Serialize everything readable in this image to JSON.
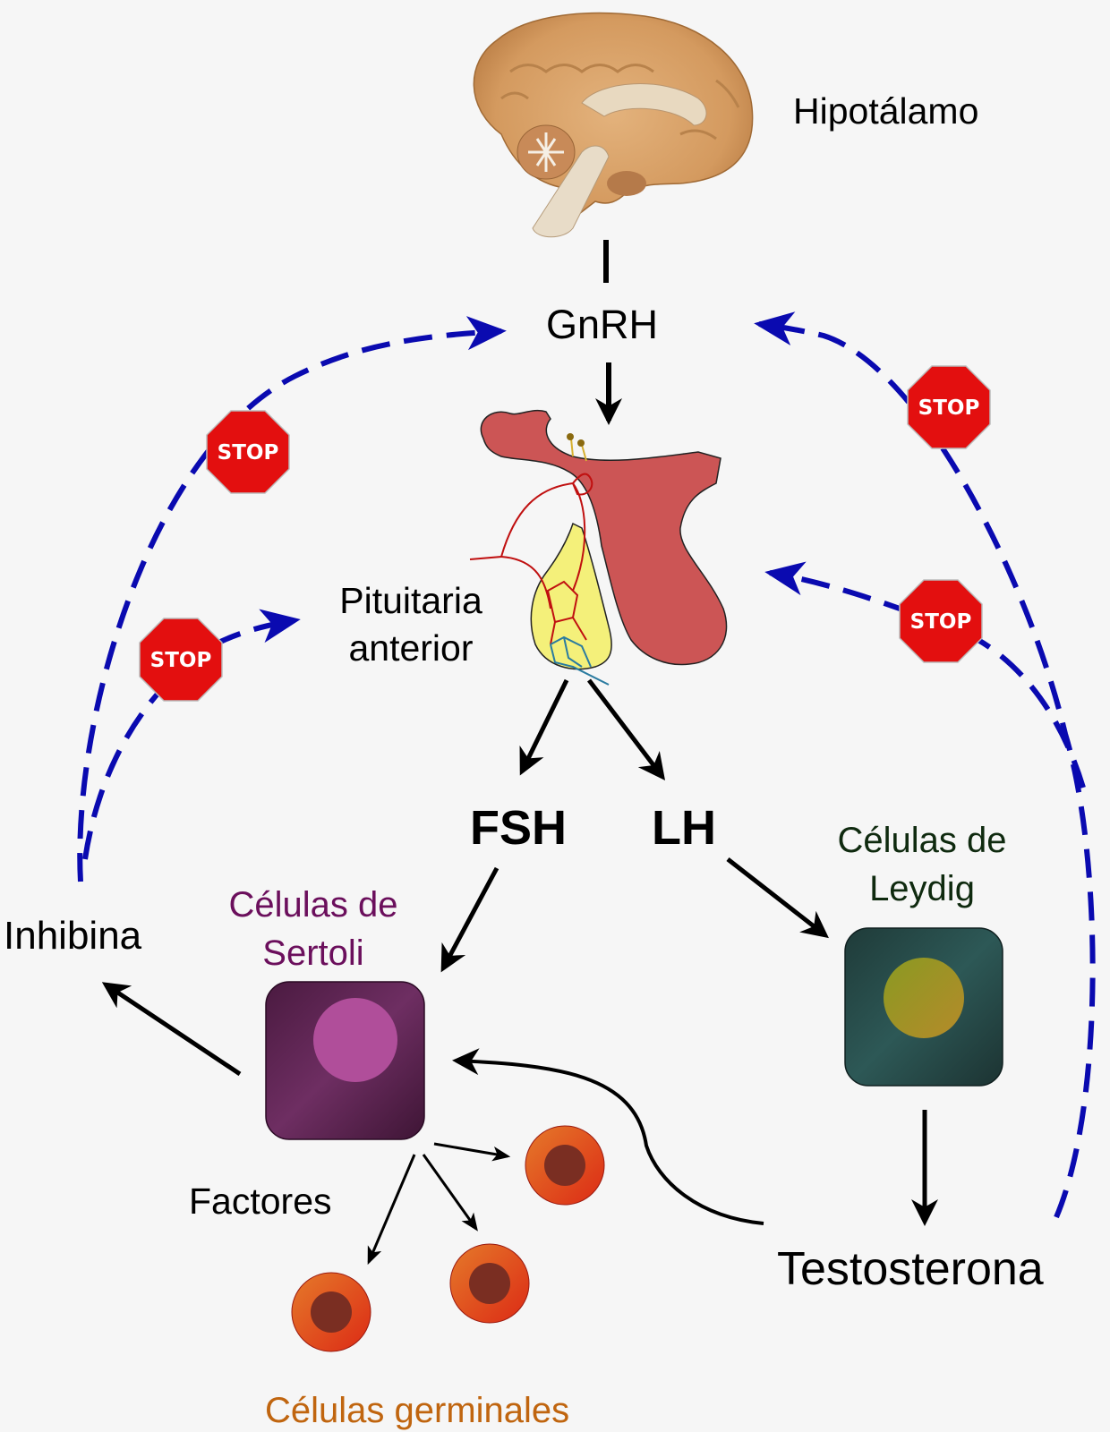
{
  "labels": {
    "hypothalamus": "Hipotálamo",
    "gnrh": "GnRH",
    "pituitary_line1": "Pituitaria",
    "pituitary_line2": "anterior",
    "fsh": "FSH",
    "lh": "LH",
    "leydig_line1": "Células de",
    "leydig_line2": "Leydig",
    "sertoli_line1": "Células de",
    "sertoli_line2": "Sertoli",
    "inhibin": "Inhibina",
    "factors": "Factores",
    "testosterone": "Testosterona",
    "germ_cells": "Células germinales"
  },
  "stop_signs": [
    {
      "id": "stop-inhibin-to-gnrh",
      "text": "STOP"
    },
    {
      "id": "stop-inhibin-to-pituitary",
      "text": "STOP"
    },
    {
      "id": "stop-testosterone-to-gnrh",
      "text": "STOP"
    },
    {
      "id": "stop-testosterone-to-pituitary",
      "text": "STOP"
    }
  ],
  "colors": {
    "background": "#f6f6f6",
    "feedback_arrow": "#0a0ab0",
    "stop_sign": "#e30f0f",
    "sertoli_text": "#6b0f5c",
    "leydig_text": "#0f2a0f",
    "germ_text": "#c0650f",
    "sertoli_cell": "#5a2050",
    "sertoli_nucleus": "#b04e9a",
    "leydig_cell": "#244a48",
    "leydig_nucleus": "#9a9a2a",
    "germ_cell_outer": "#e3541e",
    "germ_cell_inner": "#7a2e22",
    "pituitary_posterior": "#cc5555",
    "pituitary_anterior": "#f4f07a"
  }
}
